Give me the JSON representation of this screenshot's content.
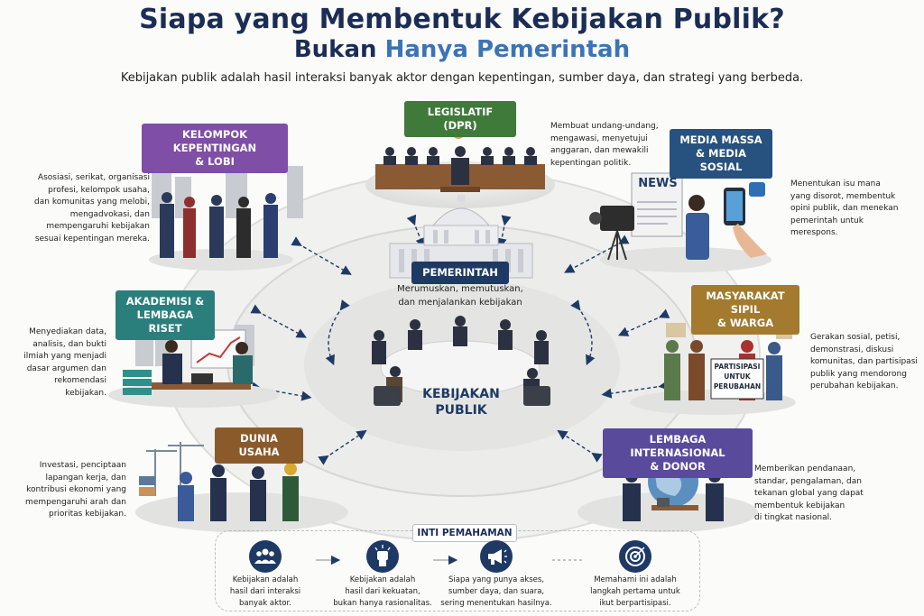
{
  "header": {
    "title": "Siapa yang Membentuk Kebijakan Publik?",
    "subtitle_part1": "Bukan",
    "subtitle_part2": "Hanya Pemerintah",
    "intro": "Kebijakan publik adalah hasil interaksi banyak aktor dengan kepentingan, sumber daya, dan strategi yang berbeda."
  },
  "actors": {
    "legislatif": {
      "label": "LEGISLATIF (DPR)",
      "color": "#3f7a3a",
      "desc": [
        "Membuat undang-undang,",
        "mengawasi, menyetujui",
        "anggaran, dan mewakili",
        "kepentingan politik."
      ]
    },
    "kelompok": {
      "label": [
        "KELOMPOK KEPENTINGAN",
        "& LOBI"
      ],
      "color": "#7f4ea6",
      "desc": [
        "Asosiasi, serikat, organisasi",
        "profesi, kelompok usaha,",
        "dan komunitas yang melobi,",
        "mengadvokasi, dan",
        "mempengaruhi kebijakan",
        "sesuai kepentingan mereka."
      ]
    },
    "media": {
      "label": [
        "MEDIA MASSA",
        "& MEDIA SOSIAL"
      ],
      "color": "#27517f",
      "desc": [
        "Menentukan isu mana",
        "yang disorot, membentuk",
        "opini publik, dan menekan",
        "pemerintah untuk",
        "merespons."
      ],
      "news_sign": "NEWS"
    },
    "pemerintah": {
      "label": "PEMERINTAH",
      "color": "#1e3a64",
      "desc": [
        "Merumuskan, memutuskan,",
        "dan menjalankan kebijakan"
      ]
    },
    "akademisi": {
      "label": [
        "AKADEMISI &",
        "LEMBAGA RISET"
      ],
      "color": "#2a7f7c",
      "desc": [
        "Menyediakan data,",
        "analisis, dan bukti",
        "ilmiah yang menjadi",
        "dasar argumen dan",
        "rekomendasi kebijakan."
      ]
    },
    "masyarakat": {
      "label": [
        "MASYARAKAT SIPIL",
        "& WARGA"
      ],
      "color": "#a37a2e",
      "desc": [
        "Gerakan sosial, petisi,",
        "demonstrasi, diskusi",
        "komunitas, dan partisipasi",
        "publik yang mendorong",
        "perubahan kebijakan."
      ],
      "sign": [
        "PARTISIPASI",
        "UNTUK",
        "PERUBAHAN"
      ]
    },
    "usaha": {
      "label": "DUNIA USAHA",
      "color": "#8b5a2b",
      "desc": [
        "Investasi, penciptaan",
        "lapangan kerja, dan",
        "kontribusi ekonomi yang",
        "mempengaruhi arah dan",
        "prioritas kebijakan."
      ]
    },
    "internasional": {
      "label": [
        "LEMBAGA INTERNASIONAL",
        "& DONOR"
      ],
      "color": "#5a4a9c",
      "desc": [
        "Memberikan pendanaan,",
        "standar, pengalaman, dan",
        "tekanan global yang dapat",
        "membentuk kebijakan",
        "di tingkat nasional."
      ]
    }
  },
  "center": {
    "label": [
      "KEBIJAKAN",
      "PUBLIK"
    ]
  },
  "summary": {
    "heading": "INTI PEMAHAMAN",
    "items": [
      {
        "icon": "group-icon",
        "text": [
          "Kebijakan adalah",
          "hasil dari interaksi",
          "banyak aktor."
        ]
      },
      {
        "icon": "fist-icon",
        "text": [
          "Kebijakan adalah",
          "hasil dari kekuatan,",
          "bukan hanya rasionalitas."
        ]
      },
      {
        "icon": "megaphone-icon",
        "text": [
          "Siapa yang punya akses,",
          "sumber daya, dan suara,",
          "sering menentukan hasilnya."
        ]
      },
      {
        "icon": "target-icon",
        "text": [
          "Memahami ini adalah",
          "langkah pertama untuk",
          "ikut berpartisipasi."
        ]
      }
    ]
  }
}
